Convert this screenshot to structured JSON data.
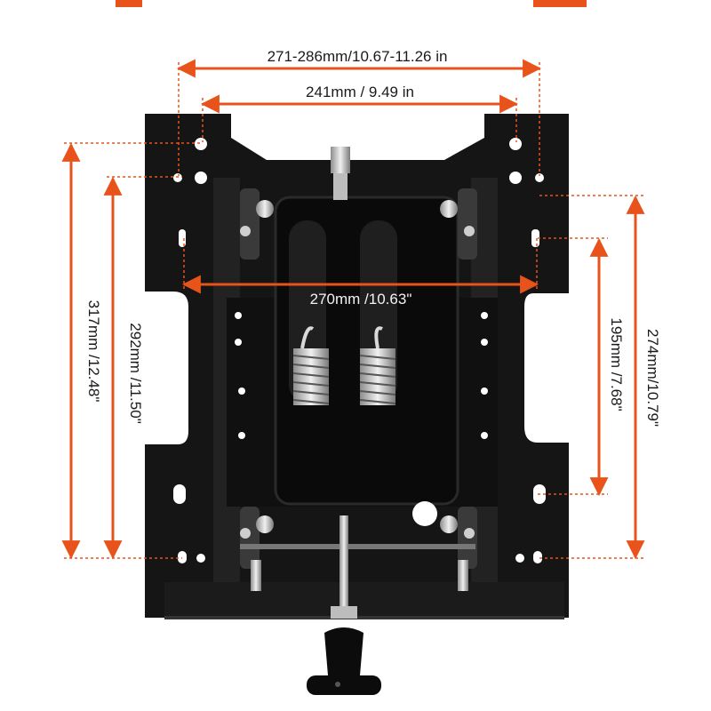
{
  "dimensions": {
    "top_outer": "271-286mm/10.67-11.26 in",
    "top_inner": "241mm / 9.49 in",
    "middle": "270mm /10.63\"",
    "left_outer": "317mm /12.48\"",
    "left_inner": "292mm /11.50\"",
    "right_inner": "195mm /7.68\"",
    "right_outer": "274mm/10.79\""
  },
  "colors": {
    "dimension_line": "#e8531b",
    "bracket": "#151515",
    "plate": "#0c0c0c",
    "hardware": "#c9c9c9"
  },
  "icons": {
    "spring": "spring-icon",
    "knob": "knob-icon",
    "bolt": "bolt-icon"
  }
}
